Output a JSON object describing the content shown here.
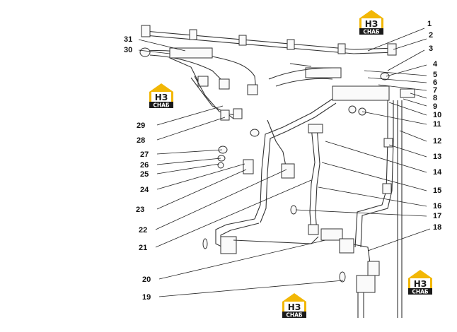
{
  "diagram": {
    "callouts": [
      {
        "id": "1",
        "label": "1"
      },
      {
        "id": "2",
        "label": "2"
      },
      {
        "id": "3",
        "label": "3"
      },
      {
        "id": "4",
        "label": "4"
      },
      {
        "id": "5",
        "label": "5"
      },
      {
        "id": "6",
        "label": "6"
      },
      {
        "id": "7",
        "label": "7"
      },
      {
        "id": "8",
        "label": "8"
      },
      {
        "id": "9",
        "label": "9"
      },
      {
        "id": "10",
        "label": "10"
      },
      {
        "id": "11",
        "label": "11"
      },
      {
        "id": "12",
        "label": "12"
      },
      {
        "id": "13",
        "label": "13"
      },
      {
        "id": "14",
        "label": "14"
      },
      {
        "id": "15",
        "label": "15"
      },
      {
        "id": "16",
        "label": "16"
      },
      {
        "id": "17",
        "label": "17"
      },
      {
        "id": "18",
        "label": "18"
      },
      {
        "id": "19",
        "label": "19"
      },
      {
        "id": "20",
        "label": "20"
      },
      {
        "id": "21",
        "label": "21"
      },
      {
        "id": "22",
        "label": "22"
      },
      {
        "id": "23",
        "label": "23"
      },
      {
        "id": "24",
        "label": "24"
      },
      {
        "id": "25",
        "label": "25"
      },
      {
        "id": "26",
        "label": "26"
      },
      {
        "id": "27",
        "label": "27"
      },
      {
        "id": "28",
        "label": "28"
      },
      {
        "id": "29",
        "label": "29"
      },
      {
        "id": "30",
        "label": "30"
      },
      {
        "id": "31",
        "label": "31"
      }
    ],
    "watermark": {
      "top": "НЗ",
      "bottom": "СНАБ",
      "accent_color": "#f2b705",
      "dark_color": "#1a1a1a"
    }
  }
}
